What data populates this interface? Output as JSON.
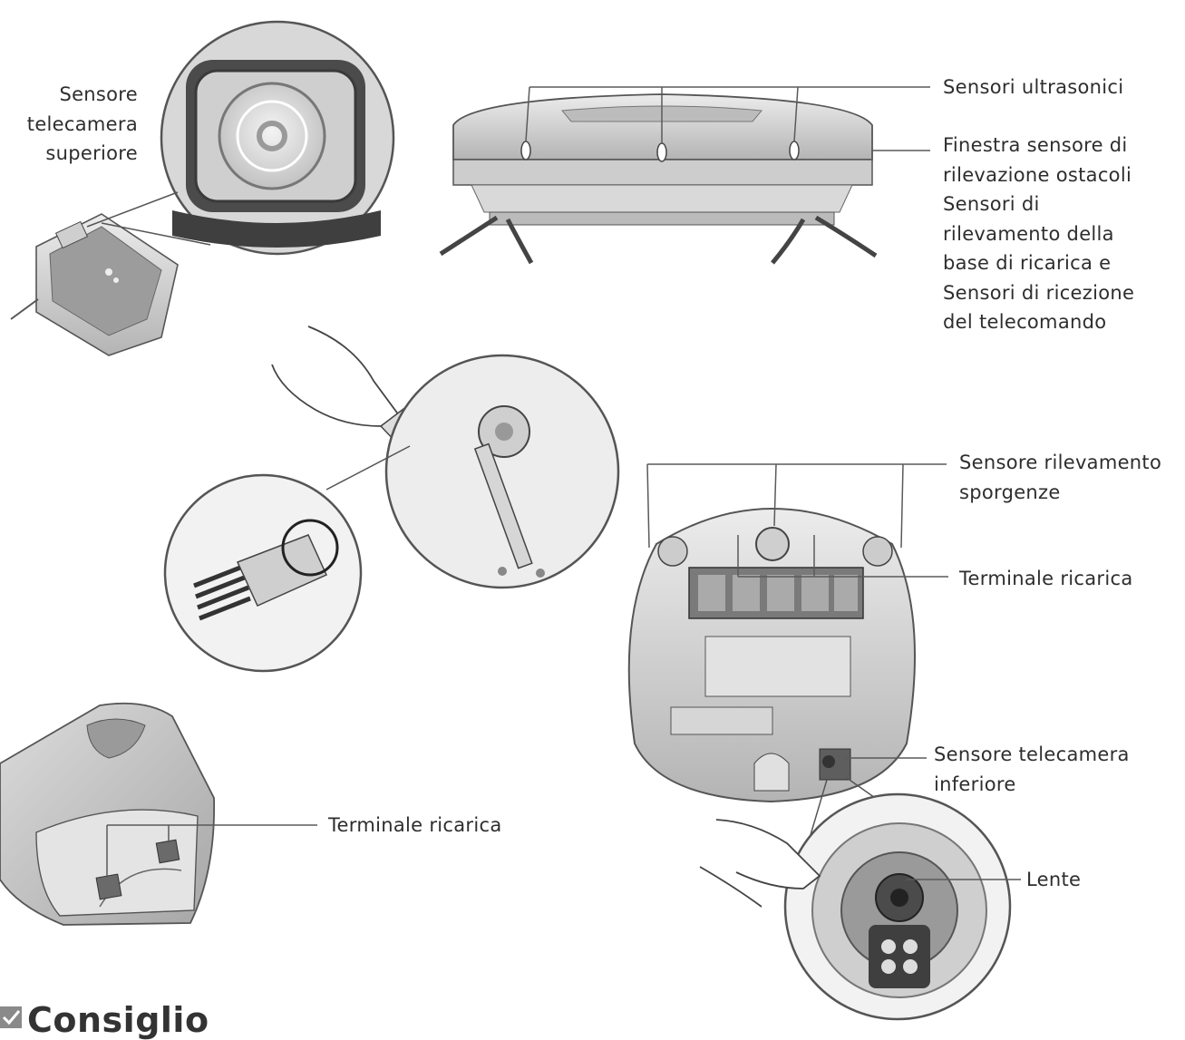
{
  "labels": {
    "top_camera": [
      "Sensore",
      "telecamera",
      "superiore"
    ],
    "ultrasonic": "Sensori ultrasonici",
    "obstacle_window": [
      "Finestra sensore di",
      "rilevazione ostacoli",
      "Sensori di",
      "rilevamento della",
      "base di ricarica e",
      "Sensori di ricezione",
      "del telecomando"
    ],
    "cliff_sensor": [
      "Sensore rilevamento",
      "sporgenze"
    ],
    "charging_terminal_robot": "Terminale ricarica",
    "bottom_camera": [
      "Sensore telecamera",
      "inferiore"
    ],
    "lens": "Lente",
    "charging_terminal_station": "Terminale ricarica"
  },
  "tip_heading": "Consiglio",
  "colors": {
    "line": "#5a5a5a",
    "body_light": "#e6e6e6",
    "body_mid": "#c8c8c8",
    "body_dark": "#8a8a8a"
  }
}
